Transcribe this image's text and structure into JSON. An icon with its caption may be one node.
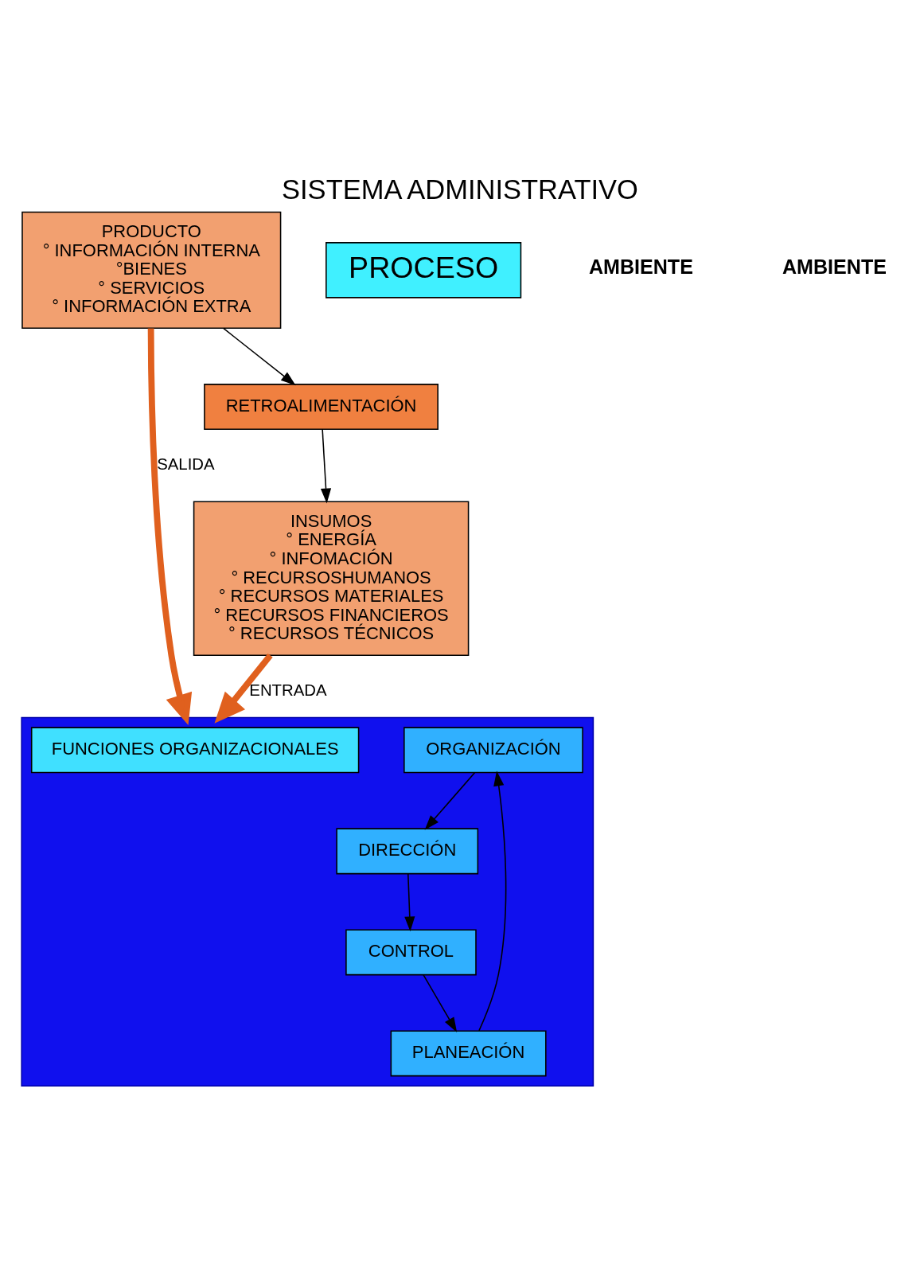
{
  "diagram": {
    "title": "SISTEMA ADMINISTRATIVO",
    "nodes": [
      {
        "text": [
          "PRODUCTO",
          "° INFORMACIÓN INTERNA",
          "°BIENES",
          "° SERVICIOS",
          "° INFORMACIÓN EXTRA"
        ]
      },
      {
        "text": [
          "PROCESO"
        ]
      },
      {
        "text": [],
        "shape": "box"
      },
      {
        "text": [
          "ORGANIZACIÓN"
        ],
        "in": 2
      },
      {
        "text": [
          "PLANEACIÓN"
        ],
        "in": 2
      },
      {
        "text": [
          "FUNCIONES ORGANIZACIONALES"
        ],
        "in": 2
      },
      {
        "text": [
          "DIRECCIÓN"
        ],
        "in": 2
      },
      {
        "text": [
          "CONTROL"
        ],
        "in": 2
      },
      {
        "text": [
          "RETROALIMENTACIÓN"
        ]
      },
      {
        "text": [
          "INSUMOS",
          "° ENERGÍA",
          "° INFOMACIÓN",
          "° RECURSOSHUMANOS",
          "° RECURSOS MATERIALES",
          "° RECURSOS FINANCIEROS",
          "° RECURSOS TÉCNICOS"
        ]
      }
    ],
    "edges": [
      {
        "from": 0,
        "to": 2,
        "arrow": "to",
        "label": "SALIDA",
        "style": "thick",
        "color": "#e0601e"
      },
      {
        "from": 9,
        "to": 2,
        "arrow": "to",
        "label": "ENTRADA",
        "style": "thick",
        "color": "#e0601e"
      },
      {
        "from": 4,
        "to": 3,
        "arrow": "to"
      },
      {
        "from": 3,
        "to": 6,
        "arrow": "to"
      },
      {
        "from": 6,
        "to": 7,
        "arrow": "to"
      },
      {
        "from": 7,
        "to": 4,
        "arrow": "to"
      },
      {
        "from": 0,
        "to": 8,
        "arrow": "to"
      },
      {
        "from": 8,
        "to": 9,
        "arrow": "to"
      }
    ],
    "labels": [
      "AMBIENTE",
      "AMBIENTE"
    ]
  }
}
